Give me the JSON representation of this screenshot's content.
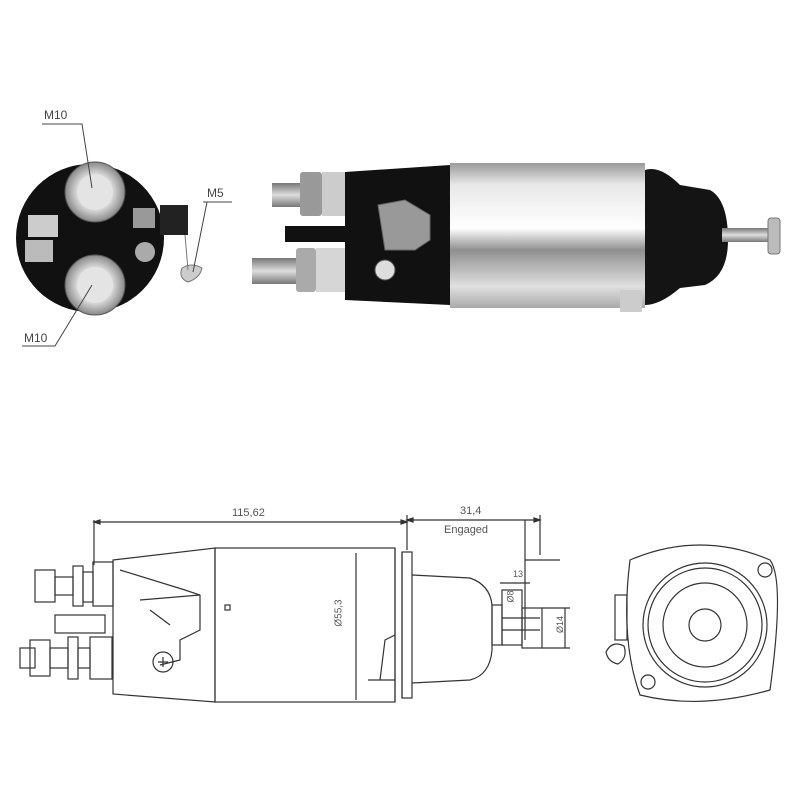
{
  "photo": {
    "end_view_labels": {
      "top_terminal": "M10",
      "bottom_terminal": "M10",
      "small_terminal": "M5"
    }
  },
  "drawing": {
    "dimensions": {
      "body_length": "115,62",
      "plunger_travel": "31,4",
      "plunger_state": "Engaged",
      "shaft_length": "13",
      "shaft_diameter": "Ø8",
      "body_diameter": "Ø55,3",
      "head_diameter": "Ø14"
    }
  },
  "colors": {
    "line": "#333333",
    "housing_black": "#111111",
    "housing_silver": "#c8c8c8",
    "background": "#ffffff"
  }
}
